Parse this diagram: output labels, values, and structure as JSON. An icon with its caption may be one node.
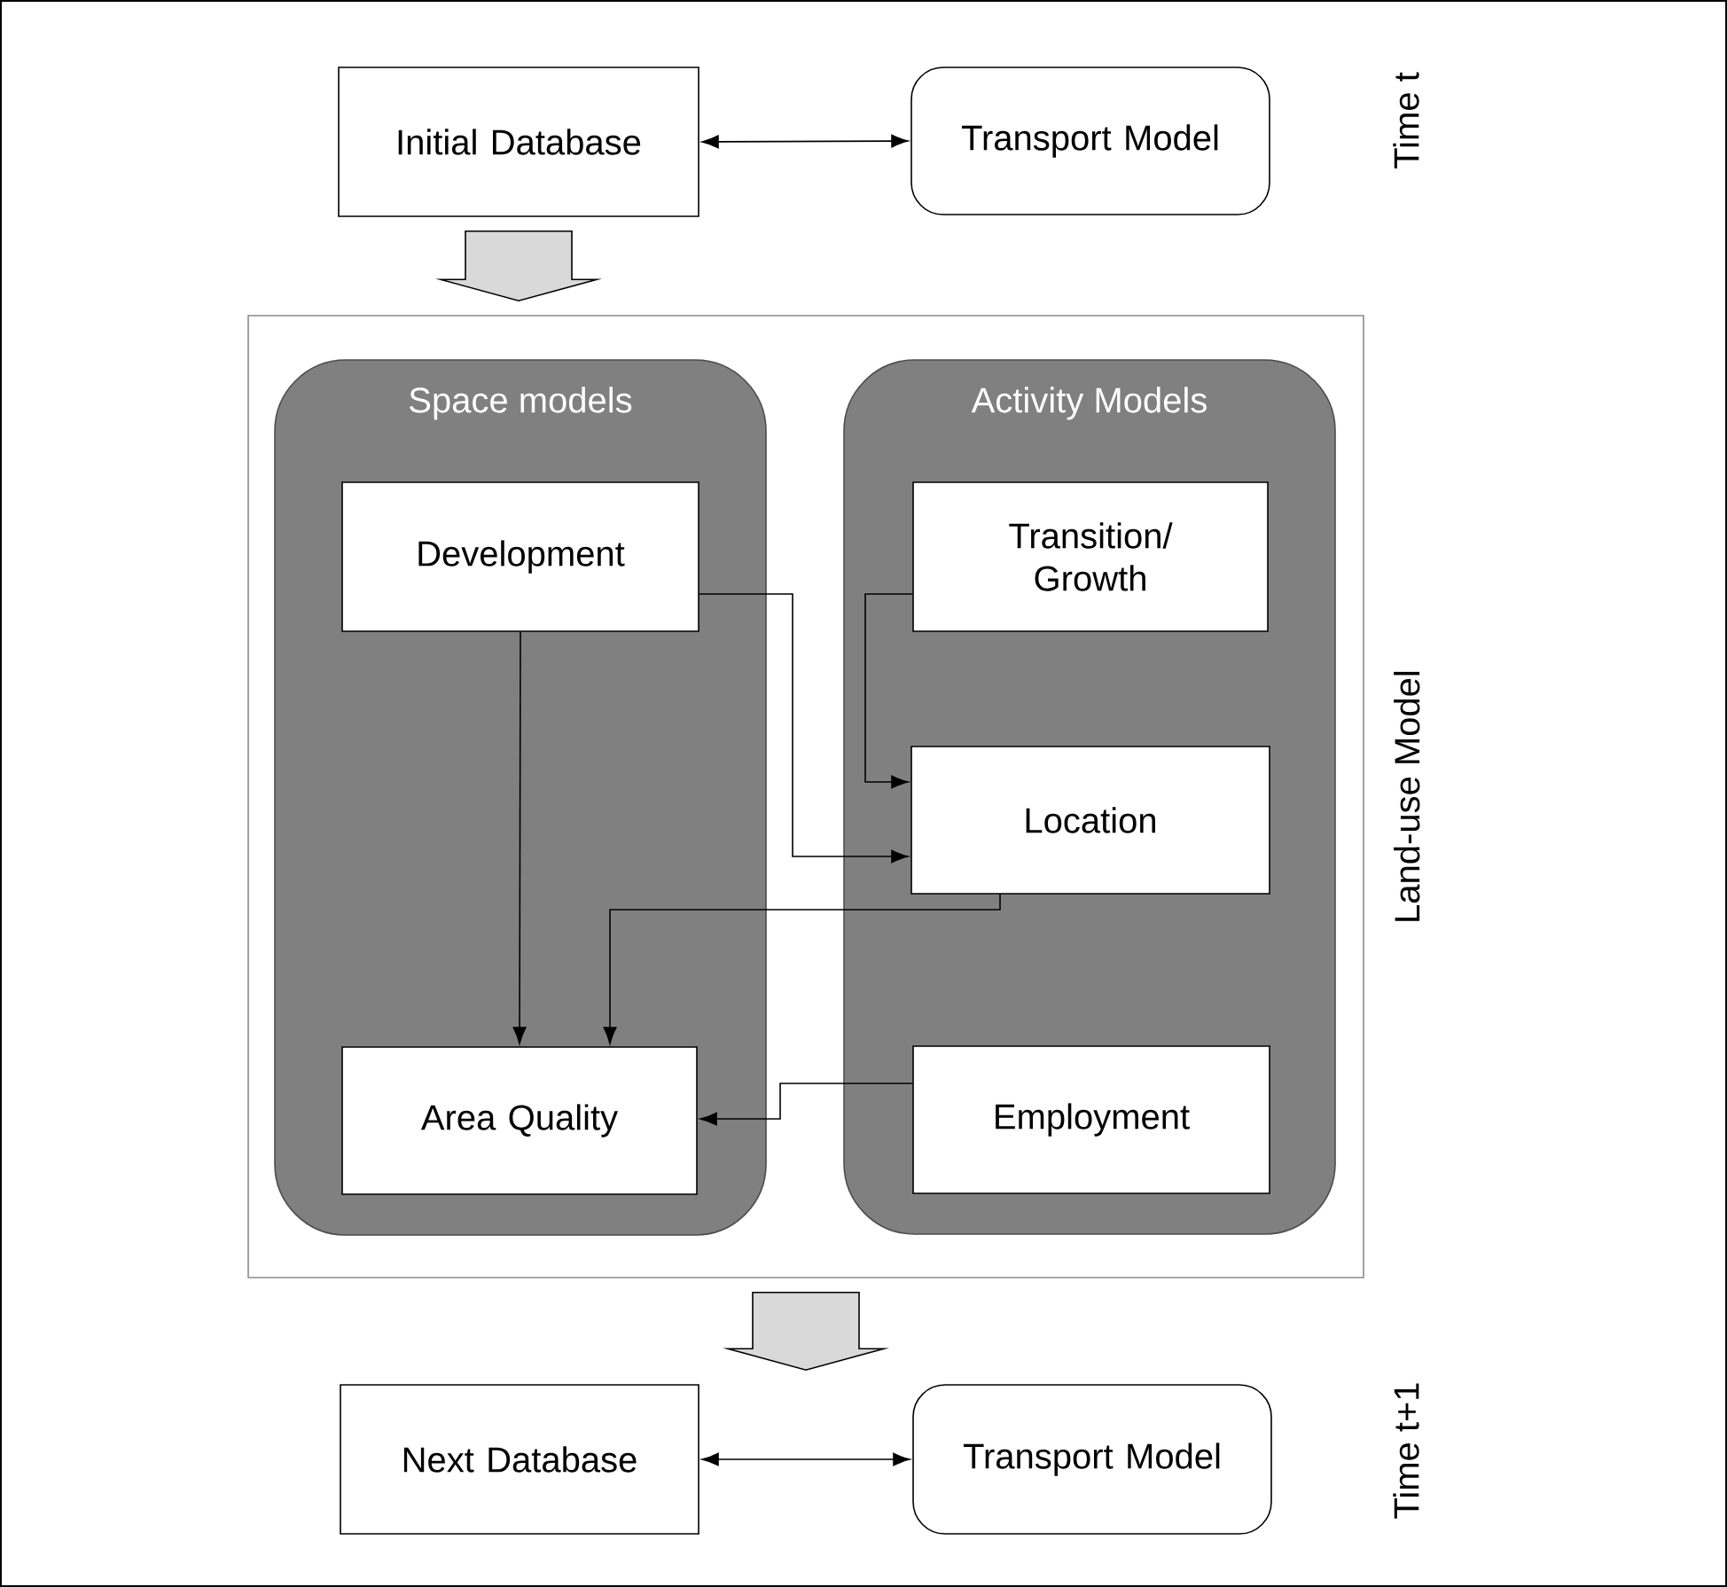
{
  "diagram": {
    "nodes": [
      {
        "text": [
          "Initial Database"
        ]
      },
      {
        "text": [
          "Transport Model"
        ]
      },
      {
        "text": [
          "Land-use Model"
        ]
      },
      {
        "text": [
          "Space models"
        ],
        "in": 2
      },
      {
        "text": [
          "Development"
        ],
        "in": 3
      },
      {
        "text": [
          "Area Quality"
        ],
        "in": 3
      },
      {
        "text": [
          "Activity Models"
        ],
        "in": 2
      },
      {
        "text": [
          "Transition/ Growth"
        ],
        "in": 6
      },
      {
        "text": [
          "Location"
        ],
        "in": 6
      },
      {
        "text": [
          "Employment"
        ],
        "in": 6
      },
      {
        "text": [
          "Next Database"
        ]
      },
      {
        "text": [
          "Transport Model"
        ]
      }
    ],
    "edges": [
      {
        "from": 0,
        "to": 1,
        "arrow": "both"
      },
      {
        "from": 0,
        "to": 2,
        "arrow": "to",
        "style": "thick"
      },
      {
        "from": 4,
        "to": 5,
        "arrow": "to"
      },
      {
        "from": 4,
        "to": 8,
        "arrow": "to"
      },
      {
        "from": 7,
        "to": 8,
        "arrow": "to"
      },
      {
        "from": 8,
        "to": 5,
        "arrow": "to"
      },
      {
        "from": 9,
        "to": 5,
        "arrow": "to"
      },
      {
        "from": 2,
        "to": 10,
        "arrow": "to",
        "style": "thick"
      },
      {
        "from": 10,
        "to": 11,
        "arrow": "both"
      }
    ],
    "labels": [
      "Time t",
      "Time t+1"
    ]
  }
}
